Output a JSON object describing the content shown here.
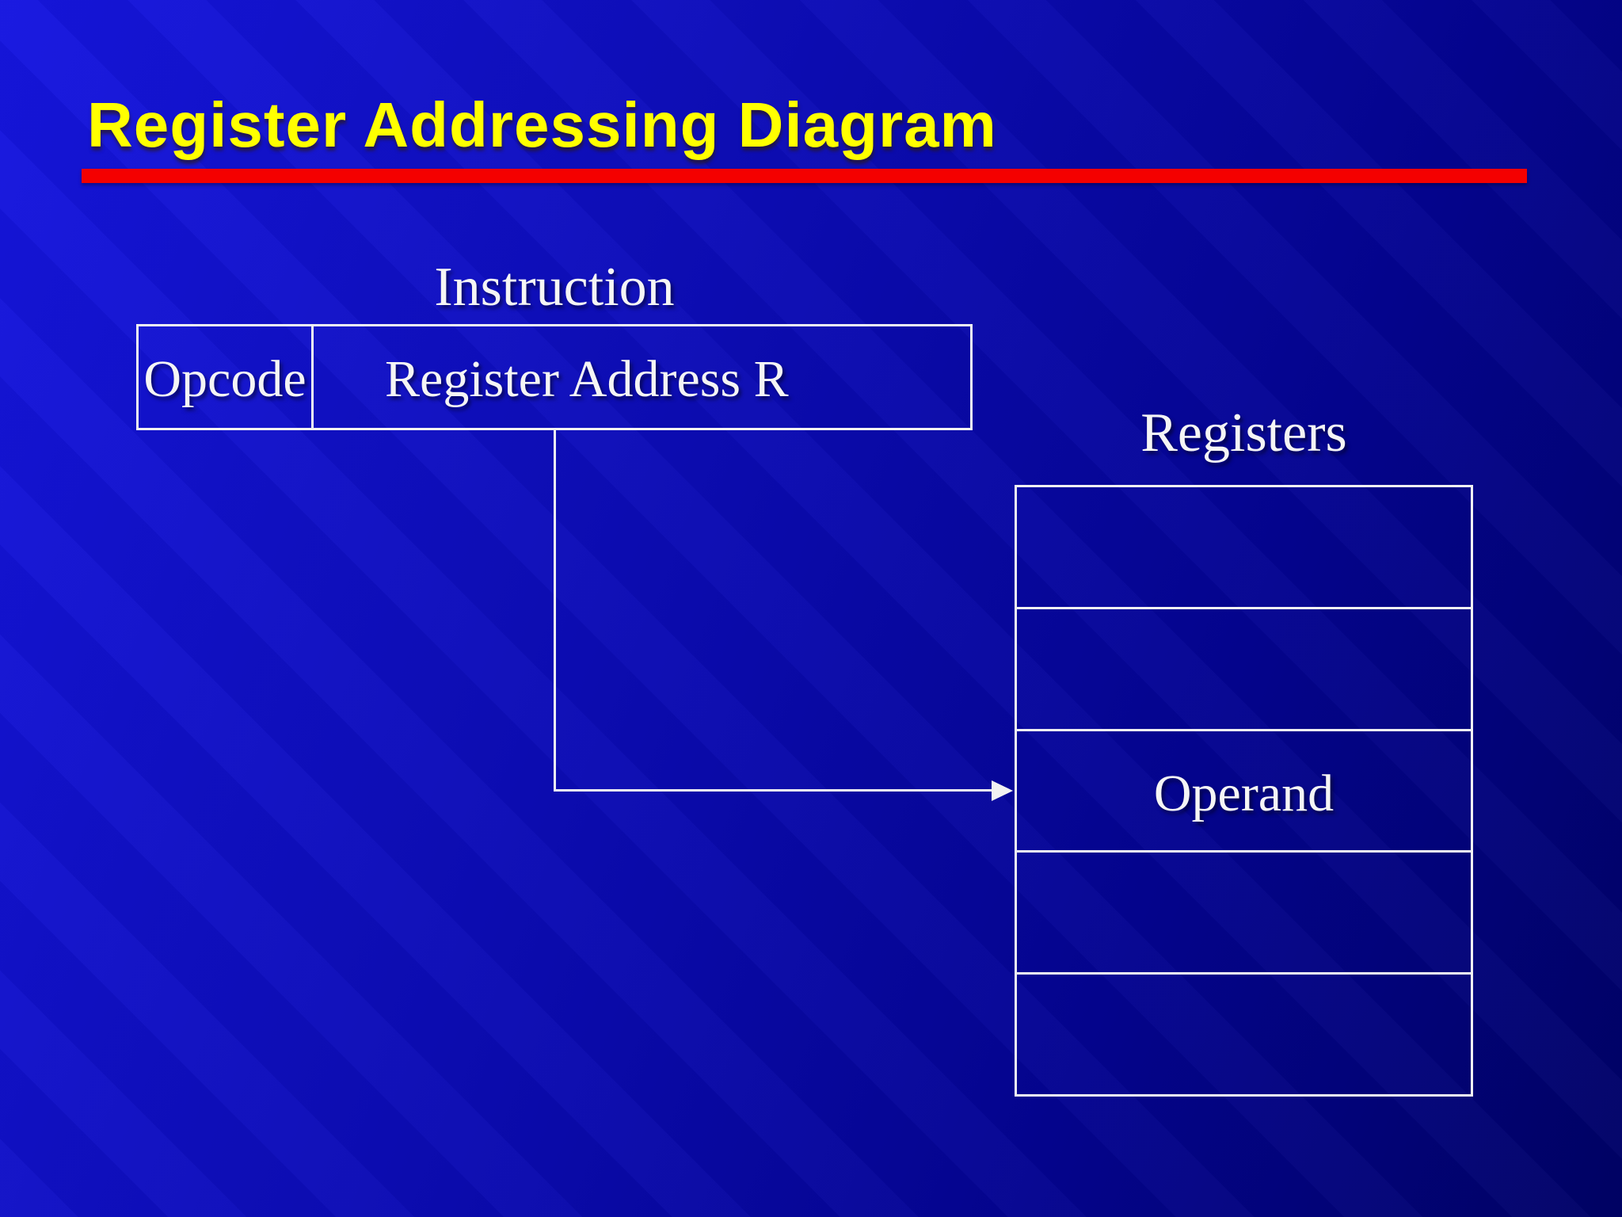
{
  "title": "Register Addressing Diagram",
  "instruction": {
    "label": "Instruction",
    "opcode_label": "Opcode",
    "register_address_label": "Register Address R"
  },
  "registers": {
    "label": "Registers",
    "rows": [
      "",
      "",
      "Operand",
      "",
      ""
    ],
    "operand_row_index": 2
  },
  "colors": {
    "title": "#ffff00",
    "underline": "#f40000",
    "text": "#f5f5f5",
    "background_top_left": "#1616e0",
    "background_bottom_right": "#000266"
  }
}
